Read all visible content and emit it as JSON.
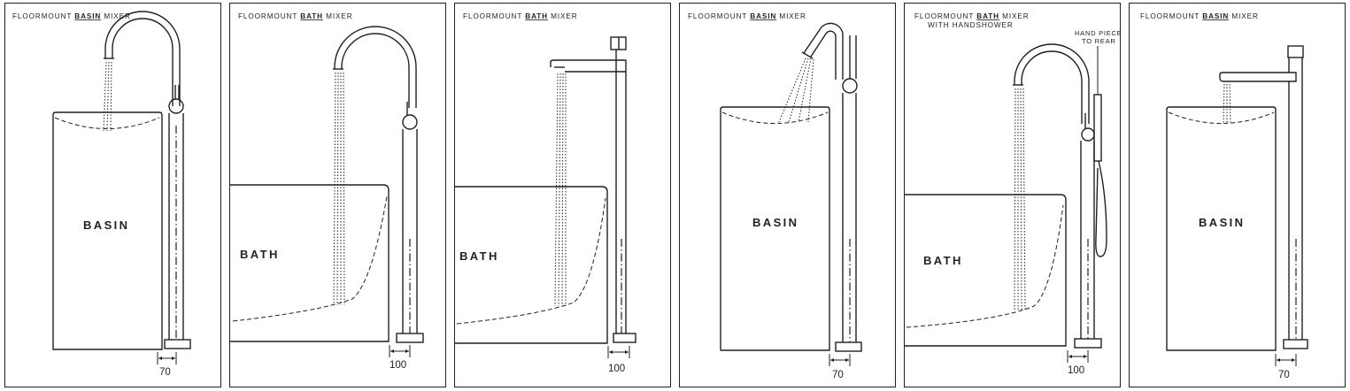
{
  "panels": [
    {
      "title_prefix": "FLOORMOUNT ",
      "title_keyword": "BASIN",
      "title_suffix": " MIXER",
      "subtitle": "",
      "fixture_label": "BASIN",
      "dimension": "70"
    },
    {
      "title_prefix": "FLOORMOUNT ",
      "title_keyword": "BATH",
      "title_suffix": " MIXER",
      "subtitle": "",
      "fixture_label": "BATH",
      "dimension": "100"
    },
    {
      "title_prefix": "FLOORMOUNT ",
      "title_keyword": "BATH",
      "title_suffix": " MIXER",
      "subtitle": "",
      "fixture_label": "BATH",
      "dimension": "100"
    },
    {
      "title_prefix": "FLOORMOUNT ",
      "title_keyword": "BASIN",
      "title_suffix": " MIXER",
      "subtitle": "",
      "fixture_label": "BASIN",
      "dimension": "70"
    },
    {
      "title_prefix": "FLOORMOUNT ",
      "title_keyword": "BATH",
      "title_suffix": " MIXER",
      "subtitle": "WITH HANDSHOWER",
      "fixture_label": "BATH",
      "dimension": "100",
      "annotation_line1": "HAND PIECE",
      "annotation_line2": "TO REAR"
    },
    {
      "title_prefix": "FLOORMOUNT ",
      "title_keyword": "BASIN",
      "title_suffix": " MIXER",
      "subtitle": "",
      "fixture_label": "BASIN",
      "dimension": "70"
    }
  ],
  "colors": {
    "line": "#231f20",
    "background": "#ffffff"
  }
}
